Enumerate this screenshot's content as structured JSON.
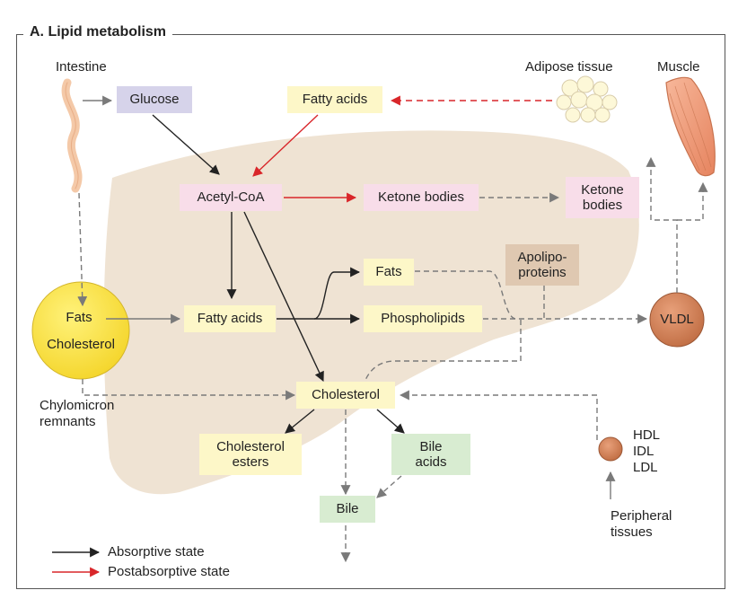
{
  "title": "A. Lipid metabolism",
  "labels": {
    "intestine": "Intestine",
    "adipose": "Adipose tissue",
    "muscle": "Muscle",
    "chylomicron": "Chylomicron\nremnants",
    "lipoproteins": "HDL\nIDL\nLDL",
    "peripheral": "Peripheral\ntissues"
  },
  "nodes": {
    "glucose": "Glucose",
    "fatty_acids_top": "Fatty acids",
    "acetyl_coa": "Acetyl-CoA",
    "ketone_bodies": "Ketone bodies",
    "ketone_bodies_out": "Ketone\nbodies",
    "fats": "Fats",
    "apolipoproteins": "Apolipo-\nproteins",
    "fatty_acids_mid": "Fatty acids",
    "phospholipids": "Phospholipids",
    "vldl": "VLDL",
    "cholesterol": "Cholesterol",
    "cholesterol_esters": "Cholesterol\nesters",
    "bile_acids": "Bile\nacids",
    "bile": "Bile",
    "chylo_fats": "Fats",
    "chylo_cholesterol": "Cholesterol"
  },
  "legend": [
    {
      "label": "Absorptive state",
      "color": "#222222"
    },
    {
      "label": "Postabsorptive state",
      "color": "#d9262a"
    }
  ],
  "colors": {
    "liver": "#efe3d3",
    "glucose_box": "#d6d3ea",
    "fatty_box": "#fdf7c8",
    "ketone_box": "#f8dde9",
    "apo_box": "#dfc8b1",
    "bile_box": "#d8ecd1",
    "arrow_absorptive": "#222222",
    "arrow_postabsorptive": "#d9262a",
    "arrow_dashed": "#7a7a7a"
  },
  "icons": [
    "intestine-icon",
    "adipose-tissue-icon",
    "muscle-icon",
    "chylomicron-icon",
    "vldl-icon",
    "lipoprotein-particle-icon"
  ]
}
